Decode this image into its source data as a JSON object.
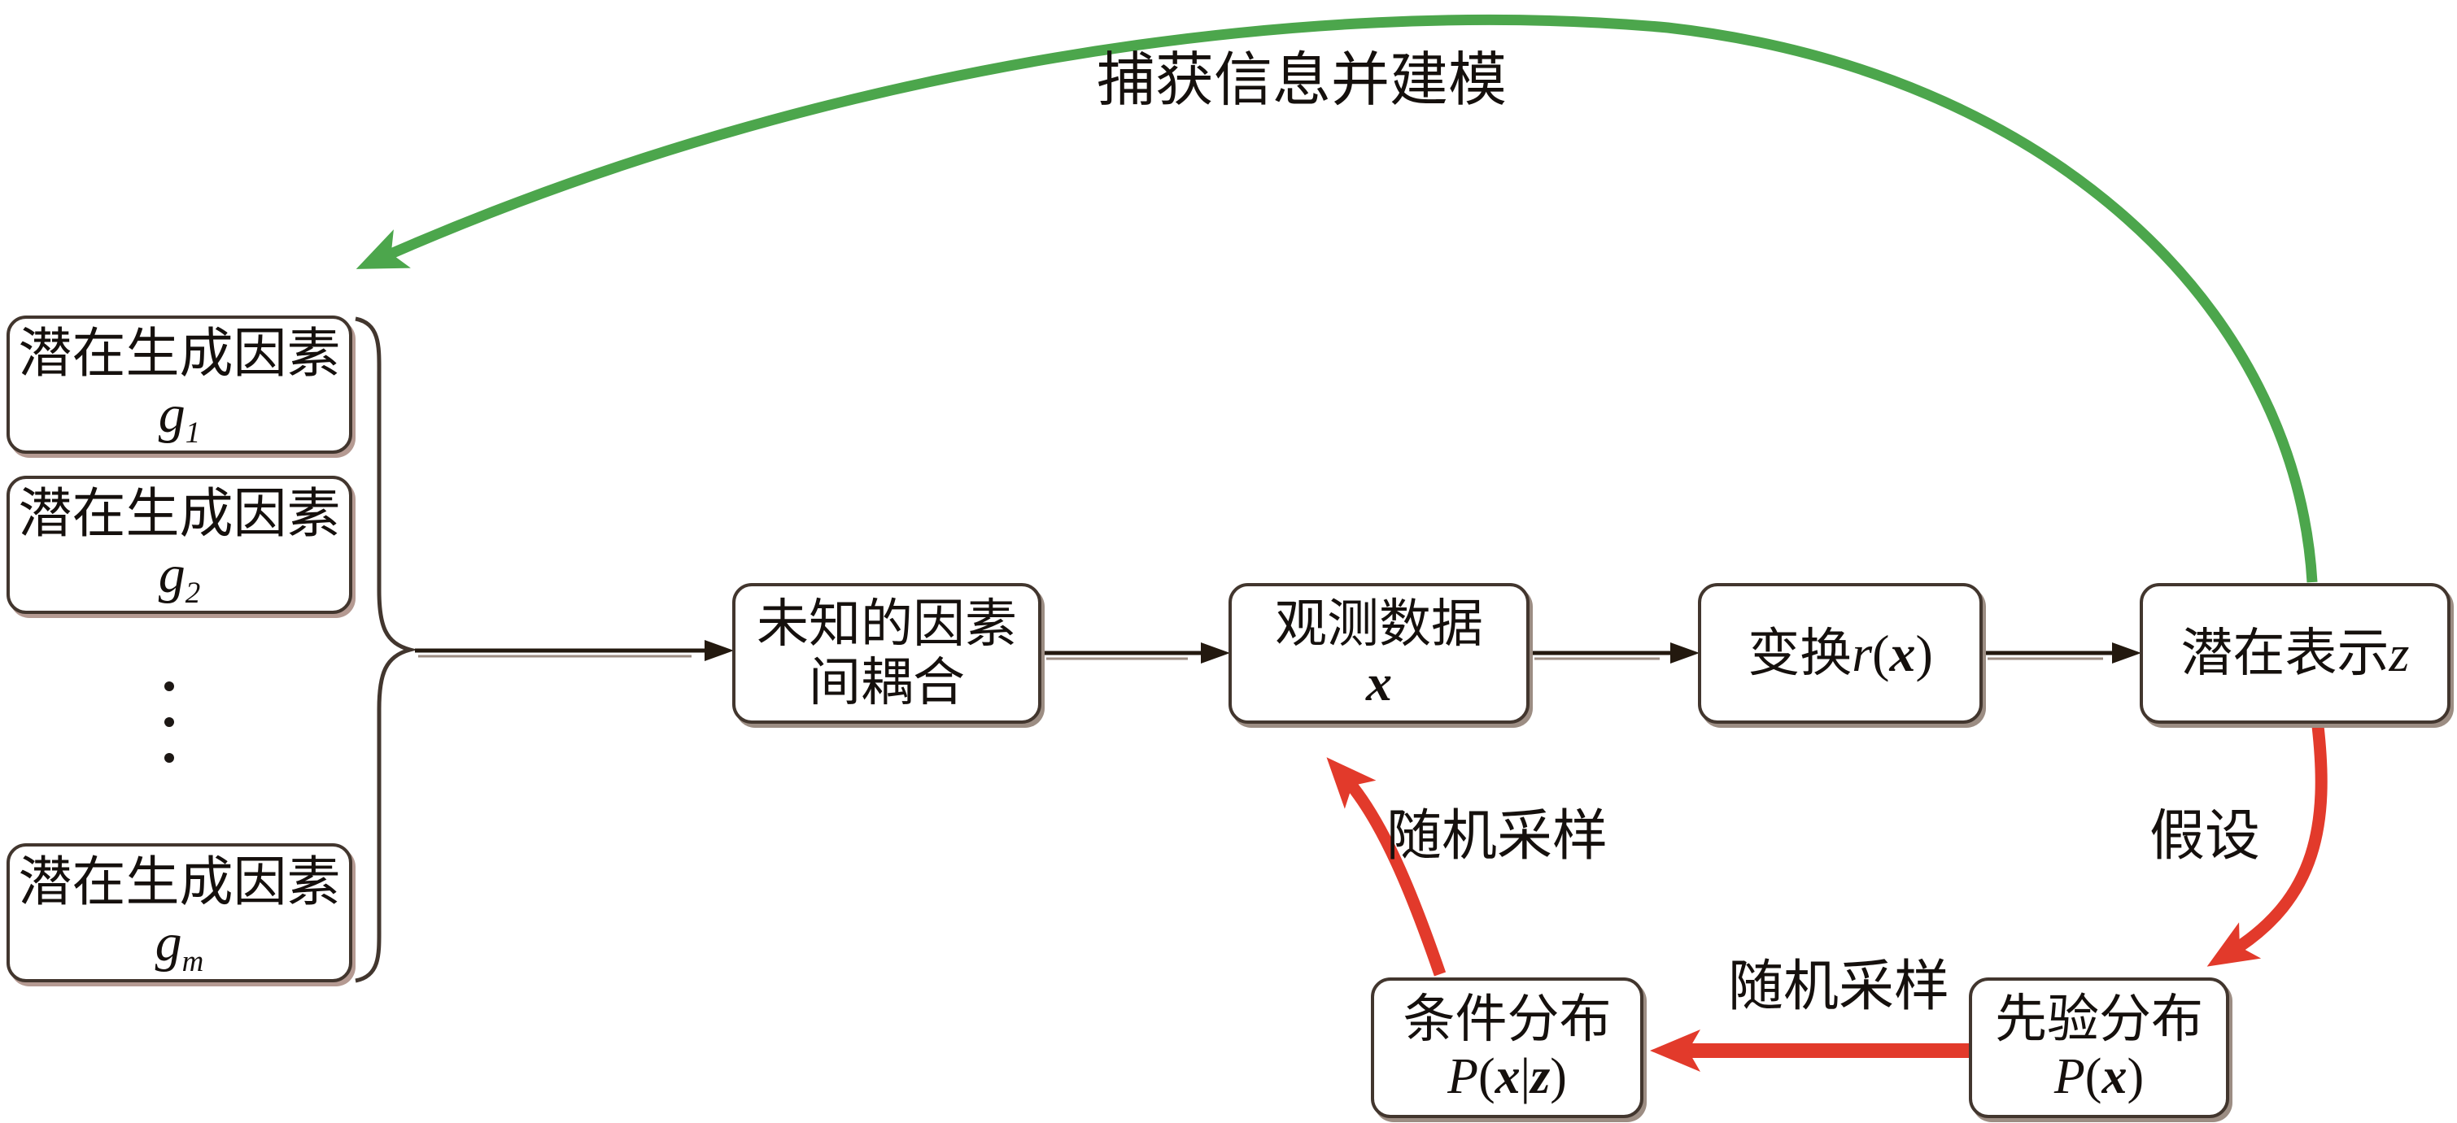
{
  "diagram": {
    "top_label": "捕获信息并建模",
    "left_group": {
      "boxes": [
        {
          "text": "潜在生成因素",
          "var": "g",
          "sub": "1"
        },
        {
          "text": "潜在生成因素",
          "var": "g",
          "sub": "2"
        },
        {
          "text": "潜在生成因素",
          "var": "g",
          "sub": "m"
        }
      ],
      "ellipsis": "⋮"
    },
    "flow_boxes": {
      "coupling": {
        "line1": "未知的因素",
        "line2": "间耦合"
      },
      "observed": {
        "line1": "观测数据",
        "var": "x"
      },
      "transform": {
        "prefix": "变换",
        "fn": "r",
        "open": "(",
        "var": "x",
        "close": ")"
      },
      "latent": {
        "text": "潜在表示",
        "var": "z"
      }
    },
    "bottom_boxes": {
      "conditional": {
        "line1": "条件分布",
        "P": "P",
        "open": "(",
        "x": "x",
        "bar": "|",
        "z": "z",
        "close": ")"
      },
      "prior": {
        "line1": "先验分布",
        "P": "P",
        "open": "(",
        "x": "x",
        "close": ")"
      }
    },
    "edge_labels": {
      "capture": "捕获信息并建模",
      "hypothesis": "假设",
      "sampling_upper": "随机采样",
      "sampling_lower": "随机采样"
    },
    "colors": {
      "green": "#4CA64C",
      "red": "#E23A2B",
      "box_border": "#42362E",
      "shadow": "#9C8D83"
    }
  }
}
